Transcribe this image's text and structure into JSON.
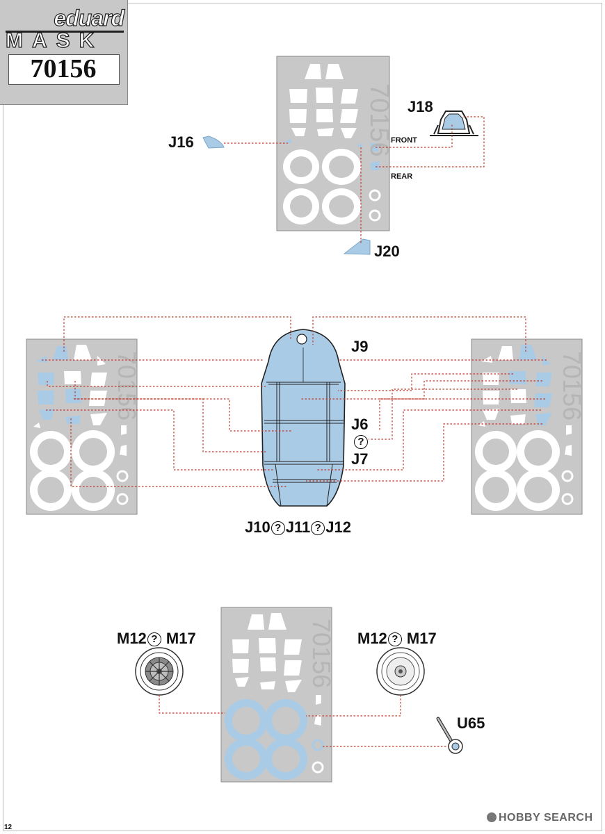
{
  "logo": {
    "brand": "eduard",
    "type": "MASK",
    "code": "70156"
  },
  "labels": {
    "j16": "J16",
    "j18": "J18",
    "j20": "J20",
    "front": "FRONT",
    "rear": "REAR",
    "j9": "J9",
    "j6": "J6",
    "j7": "J7",
    "j10": "J10",
    "j11": "J11",
    "j12": "J12",
    "m12_left": "M12",
    "m17_left": "M17",
    "m12_right": "M12",
    "m17_right": "M17",
    "u65": "U65",
    "question": "?"
  },
  "sheet_code": "70156",
  "page_number": "12",
  "watermark": "HOBBY SEARCH",
  "colors": {
    "sheet": "#c8c8c8",
    "mask": "#a9cbe6",
    "leader": "#c0392b",
    "white": "#ffffff"
  }
}
